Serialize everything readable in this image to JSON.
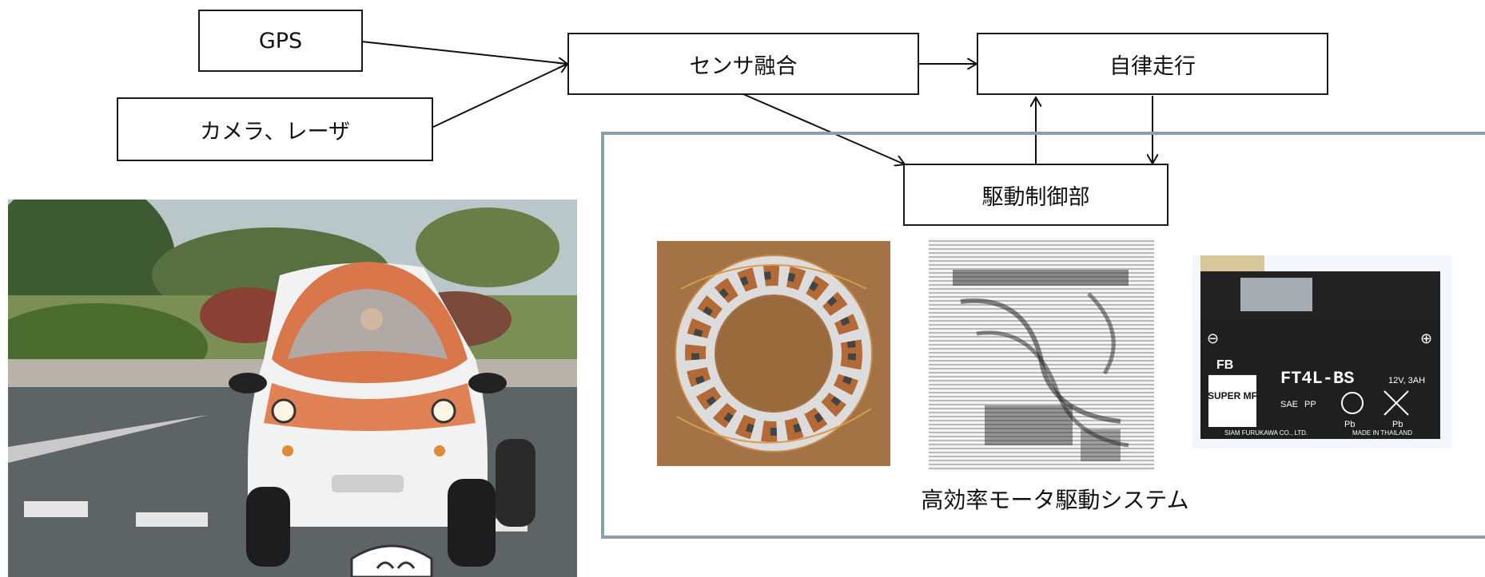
{
  "nodes": {
    "gps": "GPS",
    "camera_laser": "カメラ、レーザ",
    "sensor_fusion": "センサ融合",
    "autonomous": "自律走行",
    "drive_control": "駆動制御部"
  },
  "caption": "高効率モータ駆動システム",
  "battery_label": {
    "brand": "FB",
    "series": "SUPER MF",
    "model": "FT4L-BS",
    "rating": "12V, 3AH",
    "sae": "SAE",
    "pp": "PP",
    "pb_left": "Pb",
    "pb_right": "Pb",
    "maker": "SIAM FURUKAWA CO., LTD.",
    "made_in": "MADE IN THAILAND"
  },
  "colors": {
    "frame": "#8aa0a6",
    "box_border": "#1a1a1a",
    "car_orange": "#d9764a"
  }
}
